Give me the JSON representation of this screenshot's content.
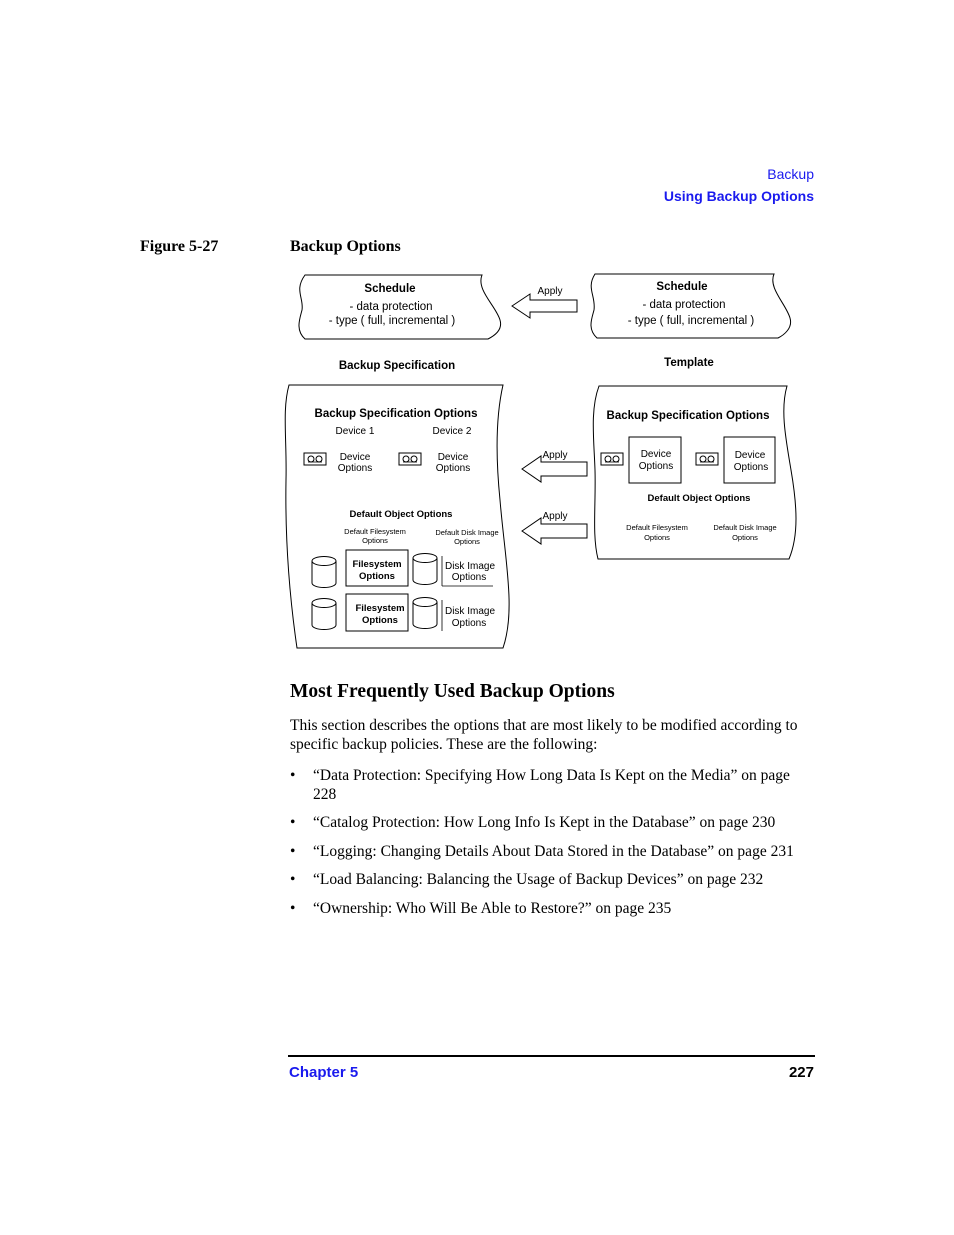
{
  "header": {
    "section": "Backup",
    "subsection": "Using Backup Options"
  },
  "figure": {
    "label": "Figure 5-27",
    "title": "Backup Options",
    "diagram": {
      "left_schedule": {
        "title": "Schedule",
        "line1": "- data protection",
        "line2": "- type ( full, incremental )"
      },
      "right_schedule": {
        "title": "Schedule",
        "line1": "- data protection",
        "line2": "- type ( full, incremental )"
      },
      "apply_label": "Apply",
      "backup_spec_label": "Backup Specification",
      "template_label": "Template",
      "left_panel": {
        "title": "Backup Specification Options",
        "device1": "Device 1",
        "device2": "Device 2",
        "device_word": "Device",
        "options_word": "Options",
        "default_object_options": "Default Object Options",
        "default_filesystem": "Default Filesystem",
        "default_disk_image": "Default Disk Image",
        "filesystem_word": "Filesystem",
        "disk_image_word": "Disk Image"
      },
      "right_panel": {
        "title": "Backup Specification Options",
        "device_word": "Device",
        "options_word": "Options",
        "default_object_options": "Default Object Options",
        "default_filesystem": "Default Filesystem",
        "default_disk_image": "Default Disk Image"
      }
    }
  },
  "section": {
    "heading": "Most Frequently Used Backup Options",
    "intro": "This section describes the options that are most likely to be modified according to specific backup policies. These are the following:",
    "bullet_symbol": "•",
    "bullets": [
      "“Data Protection: Specifying How Long Data Is Kept on the Media” on page 228",
      "“Catalog Protection: How Long Info Is Kept in the Database” on page 230",
      "“Logging: Changing Details About Data Stored in the Database” on page 231",
      "“Load Balancing: Balancing the Usage of Backup Devices” on page 232",
      "“Ownership: Who Will Be Able to Restore?” on page 235"
    ]
  },
  "footer": {
    "chapter": "Chapter 5",
    "page_number": "227"
  }
}
